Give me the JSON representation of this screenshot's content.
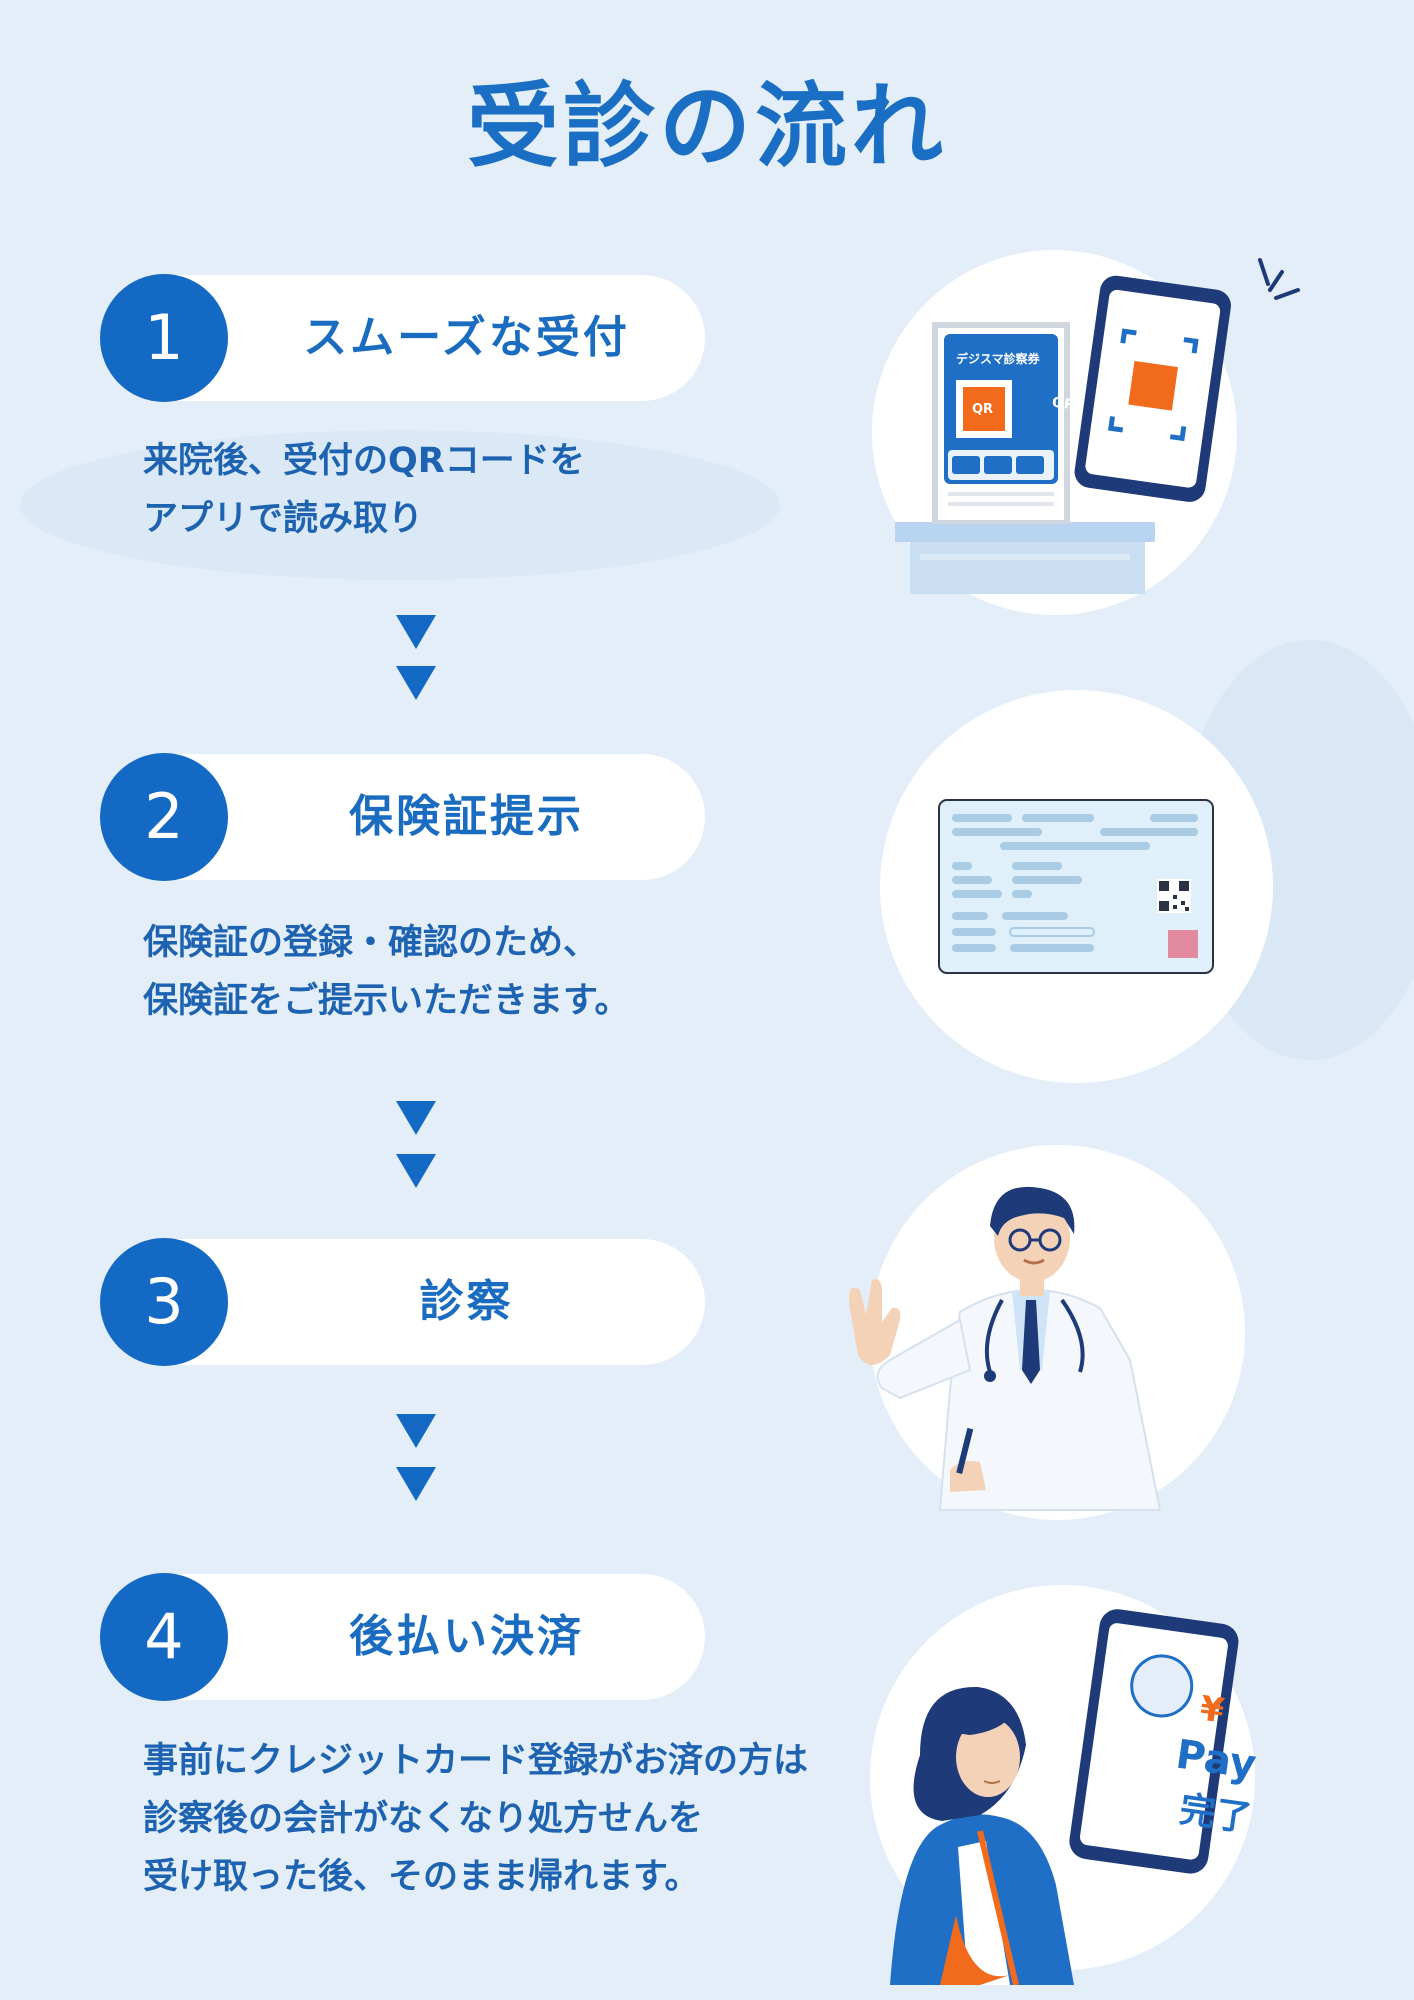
{
  "title": "受診の流れ",
  "steps": [
    {
      "number": "1",
      "title": "スムーズな受付",
      "desc_lines": [
        "来院後、受付のQRコードを",
        "アプリで読み取り"
      ]
    },
    {
      "number": "2",
      "title": "保険証提示",
      "desc_lines": [
        "保険証の登録・確認のため、",
        "保険証をご提示いただきます。"
      ]
    },
    {
      "number": "3",
      "title": "診察",
      "desc_lines": []
    },
    {
      "number": "4",
      "title": "後払い決済",
      "desc_lines": [
        "事前にクレジットカード登録がお済の方は",
        "診察後の会計がなくなり処方せんを",
        "受け取った後、そのまま帰れます。"
      ]
    }
  ],
  "illustrations": {
    "kiosk_label": "デジスマ診察券",
    "qr_label": "QR",
    "phone_qr_label": "QR",
    "pay_symbol": "¥",
    "pay_line1": "Pay",
    "pay_line2": "完了"
  },
  "colors": {
    "background": "#e3eef9",
    "primary": "#1469c4",
    "accent_orange": "#f26b1d",
    "navy": "#1e3a78"
  }
}
